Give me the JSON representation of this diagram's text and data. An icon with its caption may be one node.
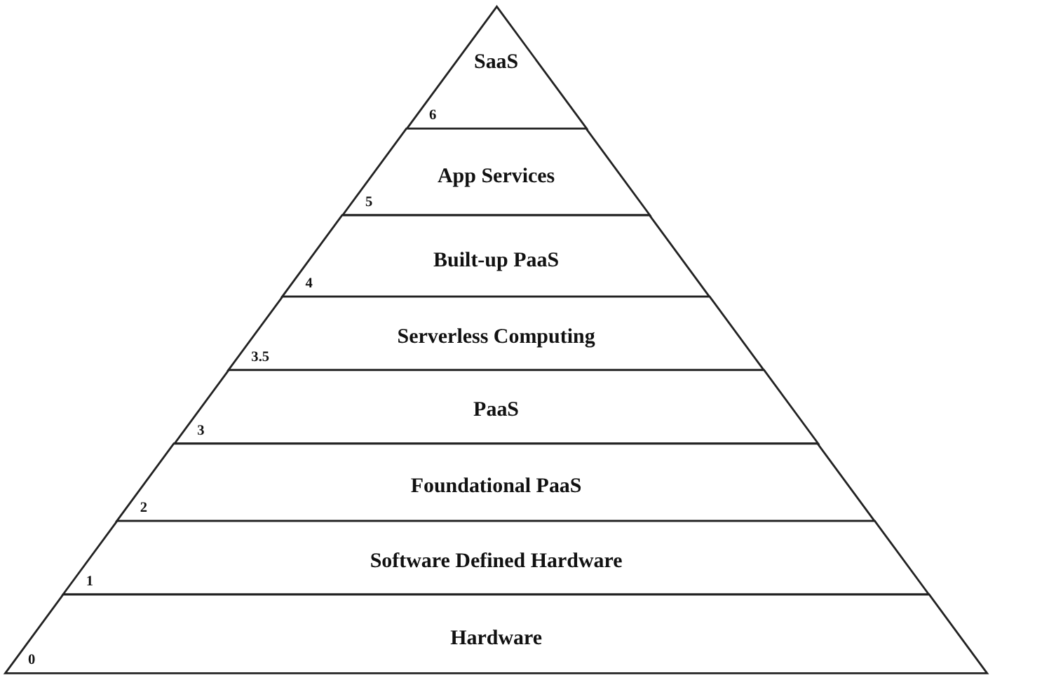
{
  "diagram": {
    "nodes": [
      {
        "text": [
          "SaaS",
          "6"
        ]
      },
      {
        "text": [
          "App Services",
          "5"
        ]
      },
      {
        "text": [
          "Built-up PaaS",
          "4"
        ]
      },
      {
        "text": [
          "Serverless Computing",
          "3.5"
        ]
      },
      {
        "text": [
          "PaaS",
          "3"
        ]
      },
      {
        "text": [
          "Foundational PaaS",
          "2"
        ]
      },
      {
        "text": [
          "Software Defined Hardware",
          "1"
        ]
      },
      {
        "text": [
          "Hardware",
          "0"
        ]
      }
    ]
  }
}
